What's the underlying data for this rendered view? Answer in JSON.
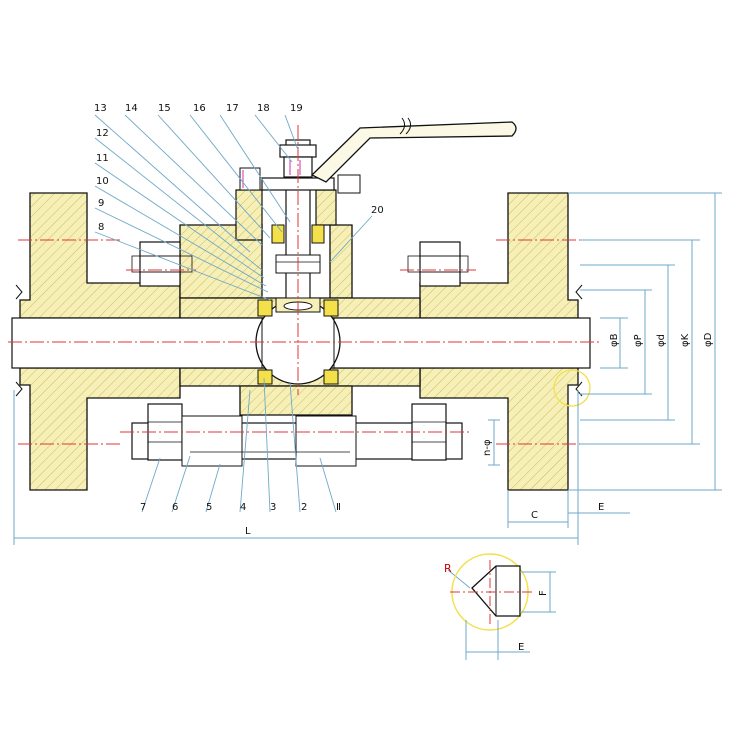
{
  "colors": {
    "body_fill": "#f6f0b8",
    "hatch": "#c9b84a",
    "outline": "#111111",
    "centerline": "#e0343a",
    "leader": "#6fa8c8",
    "dimension": "#6fa8c8",
    "detail_circle": "#f3e04a",
    "handle_fill": "#fbf8e6"
  },
  "part_numbers": [
    "13",
    "14",
    "15",
    "16",
    "17",
    "18",
    "19",
    "12",
    "11",
    "10",
    "9",
    "8",
    "7",
    "6",
    "5",
    "4",
    "3",
    "2",
    "Ⅱ",
    "20"
  ],
  "dimensions": {
    "bore": "φB",
    "raised_face": "φP",
    "seal_dia": "φd",
    "bolt_circle": "φK",
    "outer_dia": "φD",
    "bolt_holes": "n-φ",
    "length": "L",
    "flange_thickness": "C",
    "face_height": "E",
    "detail_radius": "R",
    "detail_height": "F",
    "detail_width": "E"
  }
}
